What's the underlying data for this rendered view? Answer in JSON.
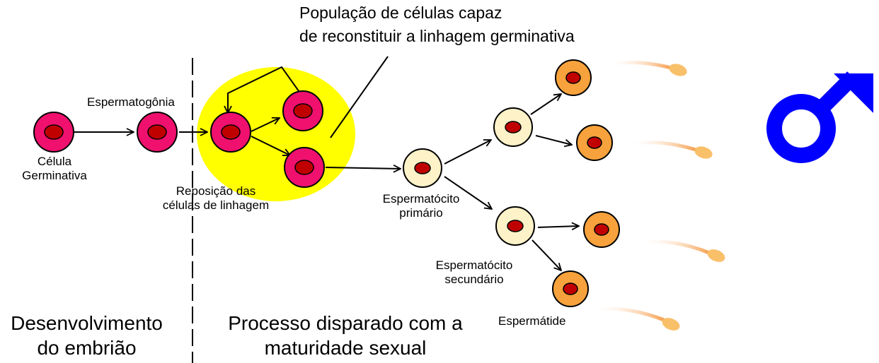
{
  "labels": {
    "population_line1": "População de células capaz",
    "population_line2": "de reconstituir a linhagem germinativa",
    "espermatogonia": "Espermatogônia",
    "celula_line1": "Célula",
    "celula_line2": "Germinativa",
    "reposicao_line1": "Reposição das",
    "reposicao_line2": "células de linhagem",
    "primario_line1": "Espermatócito",
    "primario_line2": "primário",
    "secundario_line1": "Espermatócito",
    "secundario_line2": "secundário",
    "espermatide": "Espermátide",
    "desenvolvimento_line1": "Desenvolvimento",
    "desenvolvimento_line2": "do embrião",
    "processo_line1": "Processo disparado com a",
    "processo_line2": "maturidade sexual"
  },
  "colors": {
    "germ_cell_fill": "#f0106e",
    "nucleus": "#c00000",
    "niche_yellow": "#ffff00",
    "spermatocyte_fill": "#fdf2c8",
    "spermatid_fill": "#f7a23c",
    "male_symbol": "#0000ff",
    "sperm_tail": "#f5a050",
    "sperm_head": "#f9c06a"
  },
  "icons": {
    "male_symbol": "male-symbol-icon",
    "sperm": "sperm-icon"
  }
}
